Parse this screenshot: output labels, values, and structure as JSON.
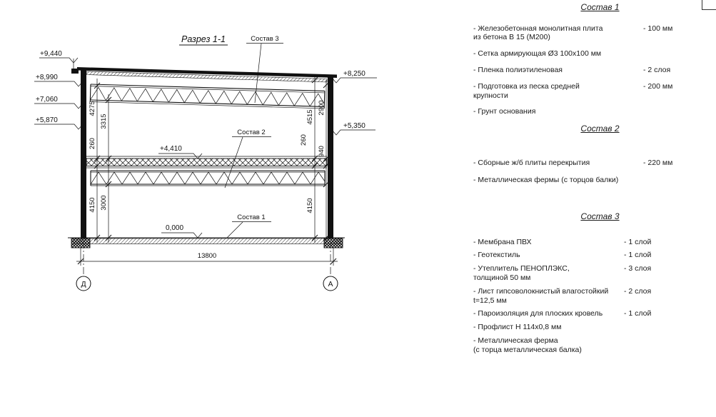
{
  "drawing": {
    "title": "Разрез 1-1",
    "callouts": {
      "c1": "Состав 1",
      "c2": "Состав 2",
      "c3": "Состав 3"
    },
    "elevations": {
      "e9440": "+9,440",
      "e8990": "+8,990",
      "e7060": "+7,060",
      "e5870": "+5,870",
      "e8250": "+8,250",
      "e5350": "+5,350",
      "e4410": "+4,410",
      "e0000": "0,000"
    },
    "dimensions": {
      "d4275": "4275",
      "d3315": "3315",
      "d260l": "260",
      "d4150l": "4150",
      "d3000": "3000",
      "d4515": "4515",
      "d2900": "2900",
      "d260r": "260",
      "d940": "940",
      "d4150r": "4150",
      "total": "13800"
    },
    "axes": {
      "left": "Д",
      "right": "А"
    }
  },
  "legend": {
    "sections": [
      {
        "title": "Состав 1",
        "items": [
          {
            "text": "- Железобетонная  монолитная плита\nиз бетона В 15 (М200)",
            "value": "- 100 мм"
          },
          {
            "text": "- Сетка армирующая Ø3 100х100 мм",
            "value": ""
          },
          {
            "text": "- Пленка полиэтиленовая",
            "value": "- 2 слоя"
          },
          {
            "text": "- Подготовка из песка средней\nкрупности",
            "value": "- 200 мм"
          },
          {
            "text": "- Грунт основания",
            "value": ""
          }
        ]
      },
      {
        "title": "Состав 2",
        "items": [
          {
            "text": "- Сборные ж/б плиты перекрытия",
            "value": "- 220 мм"
          },
          {
            "text": "- Металлическая фермы (с торцов балки)",
            "value": ""
          }
        ]
      },
      {
        "title": "Состав 3",
        "items": [
          {
            "text": "- Мембрана ПВХ",
            "value": "- 1 слой"
          },
          {
            "text": "- Геотекстиль",
            "value": "- 1 слой"
          },
          {
            "text": "- Утеплитель ПЕНОПЛЭКС,\nтолщиной 50 мм",
            "value": "- 3 слоя"
          },
          {
            "text": "- Лист гипсоволокнистый влагостойкий\nt=12,5 мм",
            "value": "- 2 слоя"
          },
          {
            "text": "- Пароизоляция для плоских кровель",
            "value": "- 1 слой"
          },
          {
            "text": "- Профлист Н 114х0,8 мм",
            "value": ""
          },
          {
            "text": "- Металлическая ферма\n(с торца металлическая балка)",
            "value": ""
          }
        ]
      }
    ]
  }
}
